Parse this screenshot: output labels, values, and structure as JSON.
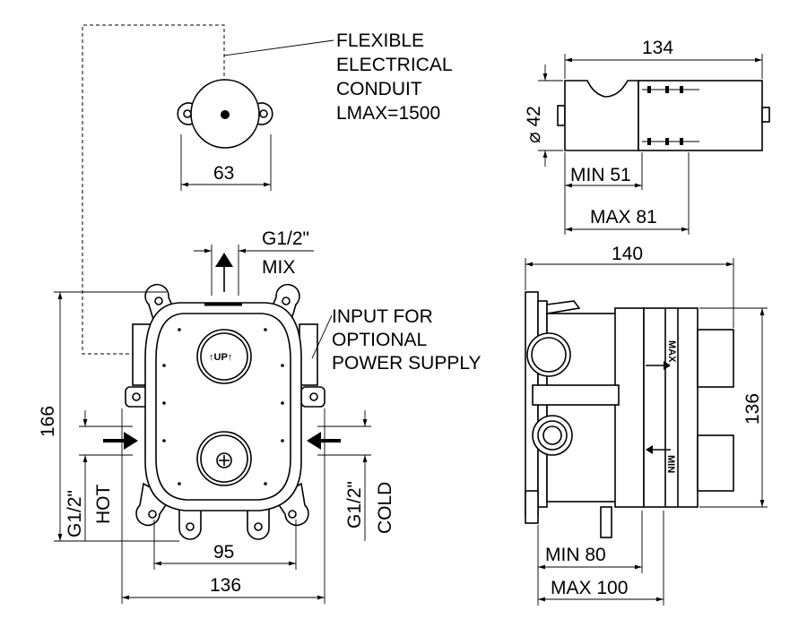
{
  "annotations": {
    "conduit": [
      "FLEXIBLE",
      "ELECTRICAL",
      "CONDUIT",
      "LMAX=1500"
    ],
    "power": [
      "INPUT FOR",
      "OPTIONAL",
      "POWER SUPPLY"
    ],
    "mix_size": "G1/2\"",
    "mix_label": "MIX",
    "hot_size": "G1/2\"",
    "hot_label": "HOT",
    "cold_size": "G1/2\"",
    "cold_label": "COLD",
    "up_mark": "↑UP↑",
    "max_mark": "MAX",
    "min_mark": "MIN"
  },
  "dimensions": {
    "knob_width": "63",
    "knob_length": "134",
    "knob_diameter": "⌀ 42",
    "knob_min": "MIN 51",
    "knob_max": "MAX 81",
    "body_height": "166",
    "body_inner_width": "95",
    "body_outer_width": "136",
    "side_depth": "140",
    "side_height": "136",
    "side_min": "MIN 80",
    "side_max": "MAX 100"
  }
}
